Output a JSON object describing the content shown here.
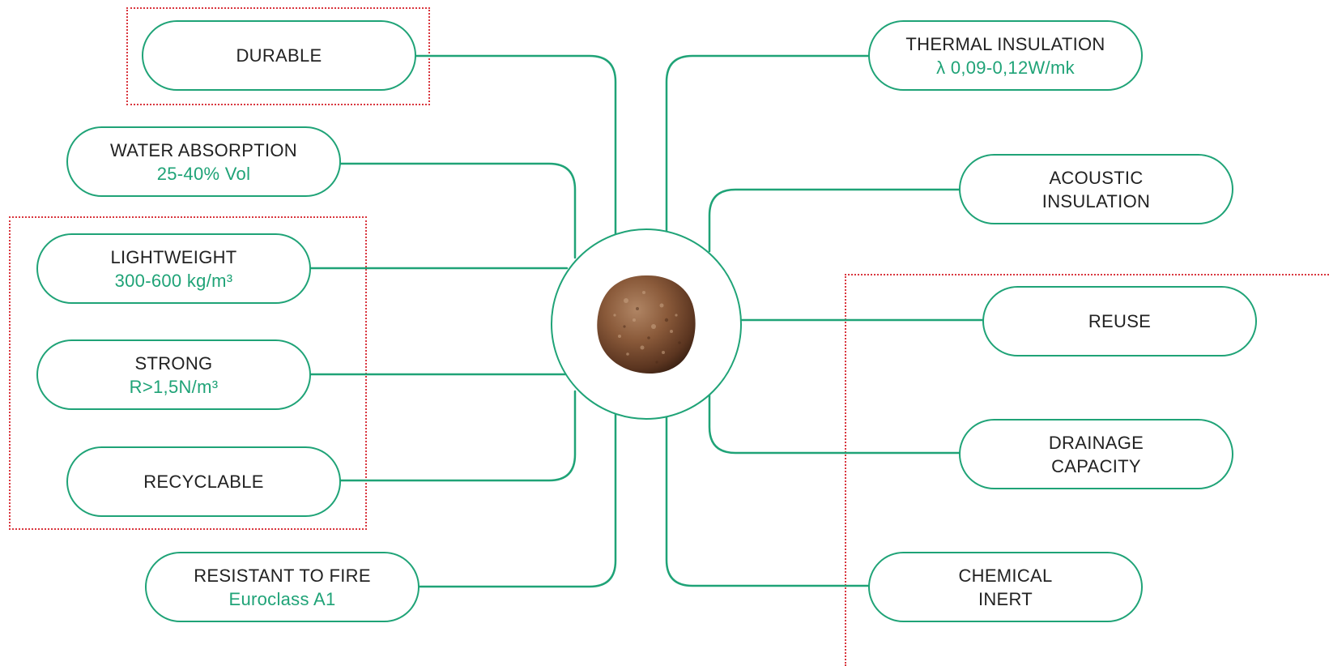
{
  "colors": {
    "accent": "#1fa377",
    "text": "#222222",
    "highlight": "#d9363e",
    "pebble": "#8a5a3a"
  },
  "center": {
    "icon": "expanded-clay-pebble"
  },
  "properties": {
    "durable": {
      "label": "DURABLE"
    },
    "water_absorption": {
      "label": "WATER ABSORPTION",
      "value": "25-40% Vol"
    },
    "lightweight": {
      "label": "LIGHTWEIGHT",
      "value": "300-600 kg/m³"
    },
    "strong": {
      "label": "STRONG",
      "value": "R>1,5N/m³"
    },
    "recyclable": {
      "label": "RECYCLABLE"
    },
    "fire": {
      "label": "RESISTANT TO FIRE",
      "value": "Euroclass A1"
    },
    "thermal": {
      "label": "THERMAL INSULATION",
      "value": "λ 0,09-0,12W/mk"
    },
    "acoustic": {
      "label": "ACOUSTIC INSULATION"
    },
    "reuse": {
      "label": "REUSE"
    },
    "drainage": {
      "label": "DRAINAGE CAPACITY"
    },
    "chemical": {
      "label": "CHEMICAL INERT"
    }
  }
}
